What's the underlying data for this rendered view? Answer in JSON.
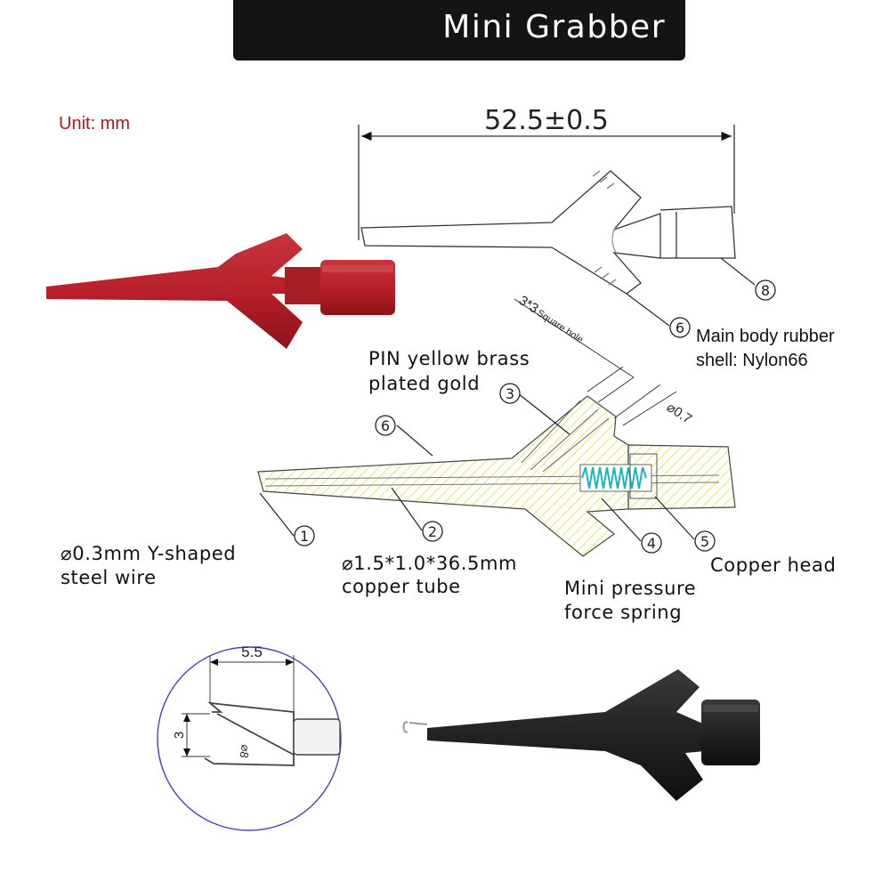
{
  "header": {
    "title": "Mini Grabber"
  },
  "unit_label": "Unit: mm",
  "dimensions": {
    "overall_length": "52.5±0.5",
    "square_hole": "3*3",
    "square_hole_suffix": "Square hole",
    "hole_diameter": "⌀0.7",
    "hook_width": "5.5",
    "hook_height": "3",
    "wire_diameter": "⌀8"
  },
  "callouts": [
    "①",
    "②",
    "③",
    "④",
    "⑤",
    "⑥",
    "⑥",
    "⑧"
  ],
  "parts": {
    "body_line1": "Main body rubber",
    "body_line2": "shell: Nylon66",
    "pin_line1": "PIN yellow brass",
    "pin_line2": "plated gold",
    "wire_line1": "⌀0.3mm Y-shaped",
    "wire_line2": "steel wire",
    "tube_line1": "⌀1.5*1.0*36.5mm",
    "tube_line2": "copper tube",
    "spring_line1": "Mini pressure",
    "spring_line2": "force spring",
    "head": "Copper head"
  },
  "colors": {
    "banner": "#141414",
    "unit_text": "#a51c1c",
    "red_probe": "#b8202a",
    "black_probe": "#222222",
    "spring": "#19b5c0",
    "brass_hatch": "#e9e870",
    "detail_circle": "#4646b4"
  }
}
